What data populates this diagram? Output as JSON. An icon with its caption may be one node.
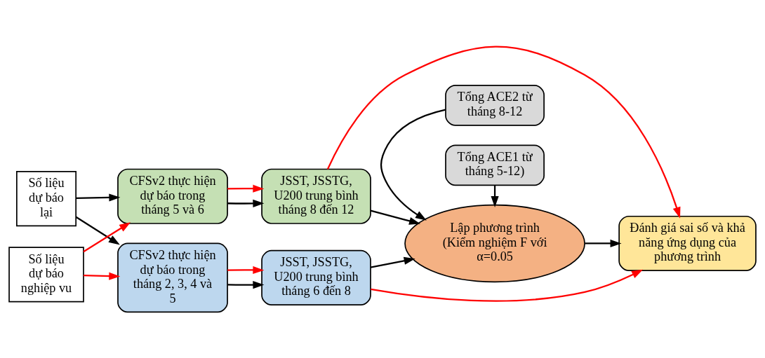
{
  "diagram": {
    "nodes": [
      {
        "text": [
          "Số liệu dự báo lại"
        ]
      },
      {
        "text": [
          "Số liệu dự báo nghiệp vu"
        ]
      },
      {
        "text": [
          "CFSv2 thực hiện dự báo trong tháng 2, 3, 4 và 5"
        ]
      },
      {
        "text": [
          "JSST, JSSTG, U200 trung bình tháng 6 đến 8"
        ]
      },
      {
        "text": [
          "Tổng ACE1 từ tháng 5-12)"
        ]
      },
      {
        "text": [
          "CFSv2 thực hiện dự báo trong tháng 5 và 6"
        ]
      },
      {
        "text": [
          "JSST, JSSTG, U200 trung bình tháng 8 đến 12"
        ]
      },
      {
        "text": [
          "Tổng ACE2 từ tháng 8-12"
        ]
      },
      {
        "text": [
          "Đánh giá sai số và khả năng ứng dụng của phương trình"
        ]
      },
      {
        "text": [
          "Lập phương trình (Kiểm nghiệm F với α=0.05"
        ]
      }
    ],
    "edges": [
      {
        "from": 0,
        "to": 2,
        "arrow": "to"
      },
      {
        "from": 0,
        "to": 5,
        "arrow": "to"
      },
      {
        "from": 1,
        "to": 2,
        "arrow": "to",
        "color": "#ff0000"
      },
      {
        "from": 1,
        "to": 5,
        "arrow": "to",
        "color": "#ff0000"
      },
      {
        "from": 2,
        "to": 3,
        "arrow": "to"
      },
      {
        "from": 2,
        "to": 3,
        "arrow": "to",
        "color": "#ff0000"
      },
      {
        "from": 5,
        "to": 6,
        "arrow": "to"
      },
      {
        "from": 5,
        "to": 6,
        "arrow": "to",
        "color": "#ff0000"
      },
      {
        "from": 3,
        "to": 9,
        "arrow": "to"
      },
      {
        "from": 4,
        "to": 9,
        "arrow": "to"
      },
      {
        "from": 6,
        "to": 9,
        "arrow": "to"
      },
      {
        "from": 7,
        "to": 9,
        "arrow": "to"
      },
      {
        "from": 3,
        "to": 8,
        "arrow": "to",
        "color": "#ff0000"
      },
      {
        "from": 6,
        "to": 8,
        "arrow": "to",
        "color": "#ff0000"
      },
      {
        "from": 9,
        "to": 8,
        "arrow": "to"
      }
    ]
  }
}
